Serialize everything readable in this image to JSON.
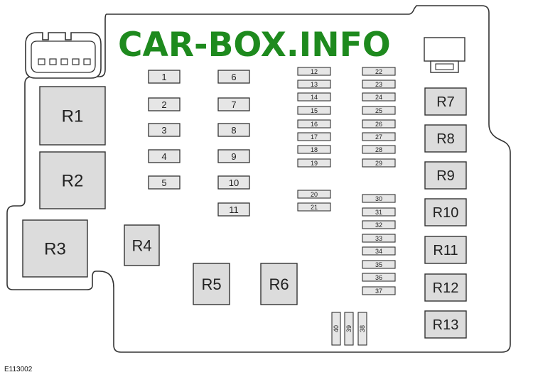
{
  "watermark": {
    "text": "CAR-BOX.INFO",
    "color": "#1e8a1e"
  },
  "figure_code": "E113002",
  "colors": {
    "relay_fill": "#dcdcdc",
    "fuse_fill": "#e6e6e6",
    "outline": "#333333"
  },
  "relays": [
    "R1",
    "R2",
    "R3",
    "R4",
    "R5",
    "R6",
    "R7",
    "R8",
    "R9",
    "R10",
    "R11",
    "R12",
    "R13"
  ],
  "fuses_medium": [
    "1",
    "2",
    "3",
    "4",
    "5",
    "6",
    "7",
    "8",
    "9",
    "10",
    "11"
  ],
  "fuses_mini": [
    "12",
    "13",
    "14",
    "15",
    "16",
    "17",
    "18",
    "19",
    "20",
    "21",
    "22",
    "23",
    "24",
    "25",
    "26",
    "27",
    "28",
    "29",
    "30",
    "31",
    "32",
    "33",
    "34",
    "35",
    "36",
    "37"
  ],
  "fuses_vertical": [
    "40",
    "39",
    "38"
  ]
}
